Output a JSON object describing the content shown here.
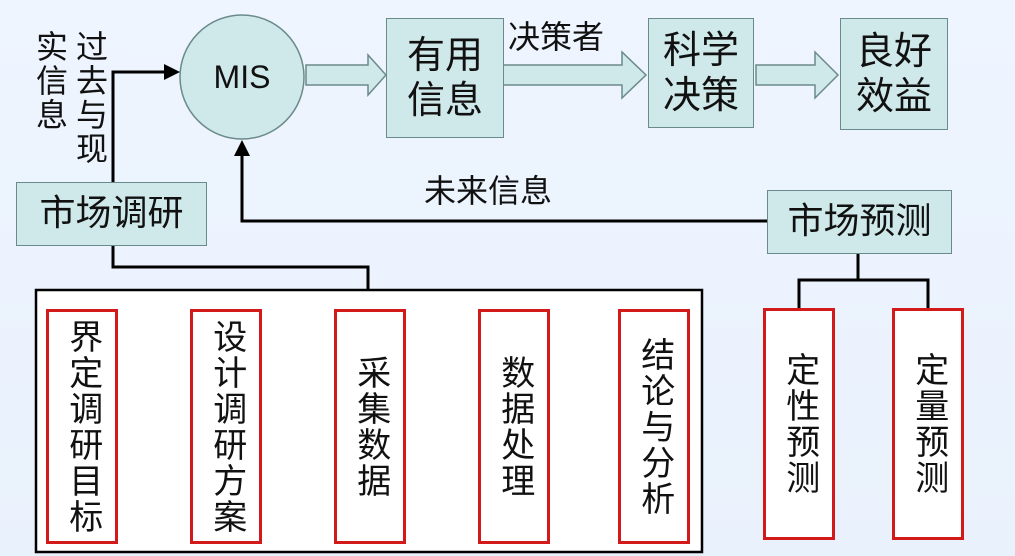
{
  "diagram": {
    "center_node": "MIS",
    "useful_info": "有用信息",
    "decision_maker_label": "决策者",
    "scientific_decision": "科学决策",
    "good_benefit": "良好效益",
    "past_present_info": "过去与现实信息",
    "market_research": "市场调研",
    "future_info_label": "未来信息",
    "market_forecast": "市场预测",
    "research_steps": [
      "界定调研目标",
      "设计调研方案",
      "采集数据",
      "数据处理",
      "结论与分析"
    ],
    "forecast_methods": [
      "定性预测",
      "定量预测"
    ]
  }
}
